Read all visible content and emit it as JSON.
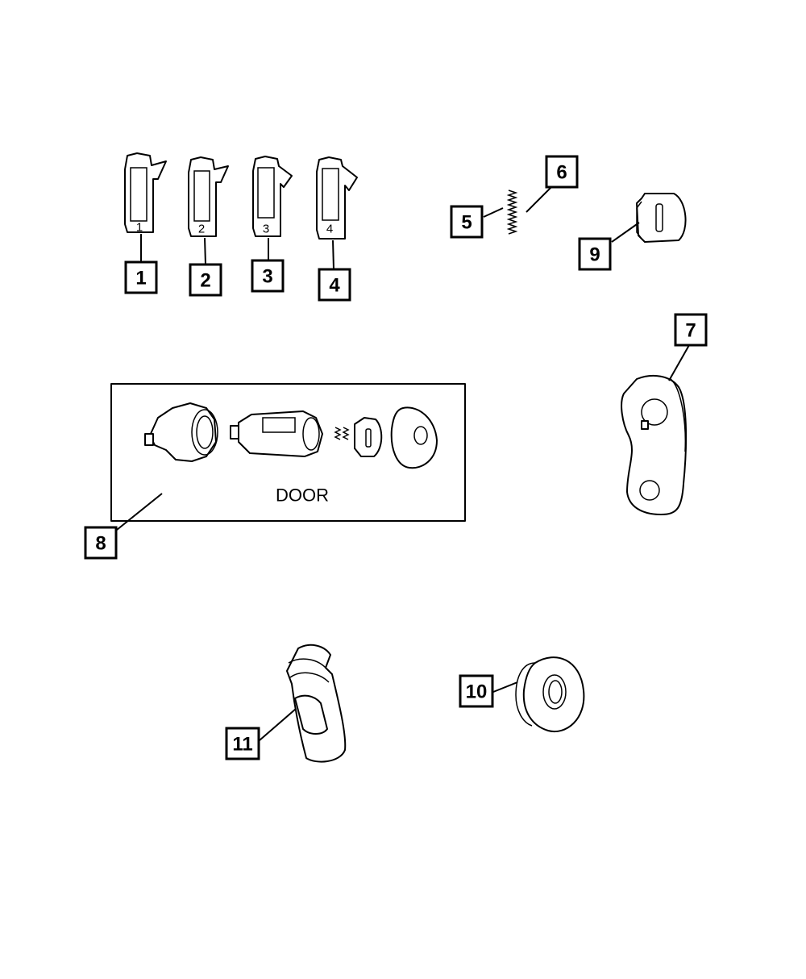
{
  "callouts": {
    "c1": "1",
    "c2": "2",
    "c3": "3",
    "c4": "4",
    "c5": "5",
    "c6": "6",
    "c7": "7",
    "c8": "8",
    "c9": "9",
    "c10": "10",
    "c11": "11"
  },
  "tumblers": {
    "t1": "1",
    "t2": "2",
    "t3": "3",
    "t4": "4"
  },
  "door_kit": {
    "label": "DOOR"
  }
}
